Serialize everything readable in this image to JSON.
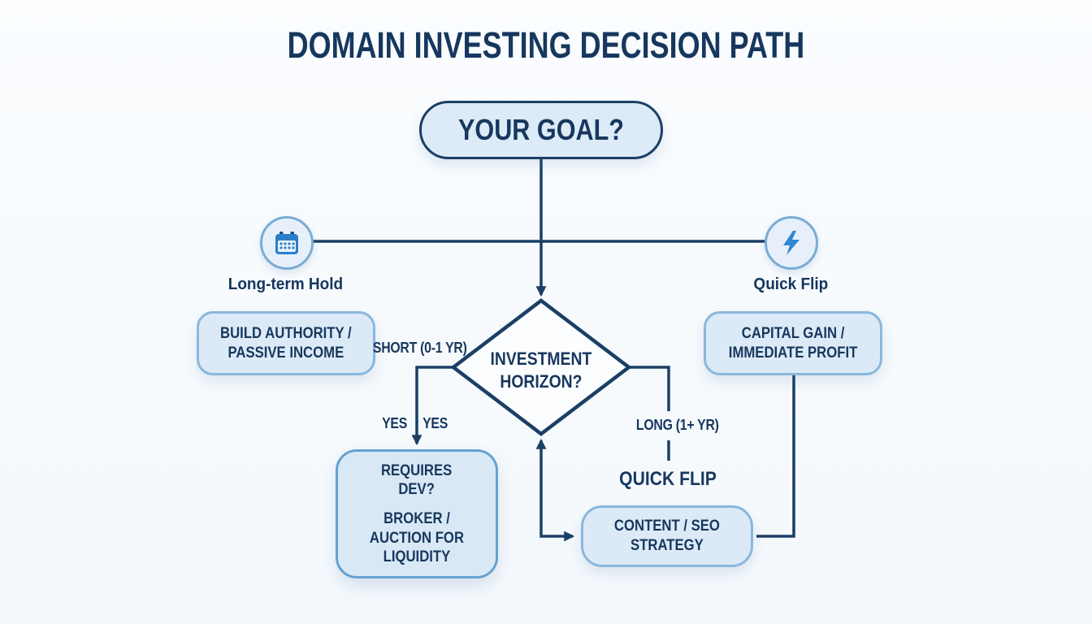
{
  "title": "DOMAIN INVESTING DECISION PATH",
  "colors": {
    "navy": "#17375e",
    "line": "#1b3f66",
    "box_fill": "#dcebf7",
    "box_border_light": "#8ab7dd",
    "box_border_medium": "#65a2d1",
    "accent_blue": "#2e86d4",
    "background": "#f7fafd"
  },
  "flowchart": {
    "goal": "YOUR GOAL?",
    "branches": {
      "long_term": {
        "label": "Long-term Hold",
        "icon": "calendar-icon"
      },
      "quick_flip": {
        "label": "Quick Flip",
        "icon": "lightning-icon"
      }
    },
    "decision": "INVESTMENT\nHORIZON?",
    "boxes": {
      "build_authority": "BUILD AUTHORITY /\nPASSIVE INCOME",
      "capital_gain": "CAPITAL GAIN /\nIMMEDIATE PROFIT",
      "requires_dev": "REQUIRES\nDEV?",
      "broker_auction": "BROKER /\nAUCTION FOR\nLIQUIDITY",
      "content_seo": "CONTENT / SEO\nSTRATEGY"
    },
    "edge_labels": {
      "short": "SHORT (0-1 YR)",
      "yes_left": "YES",
      "yes_right": "YES",
      "long": "LONG (1+ YR)"
    },
    "quick_flip_heading": "QUICK FLIP"
  }
}
